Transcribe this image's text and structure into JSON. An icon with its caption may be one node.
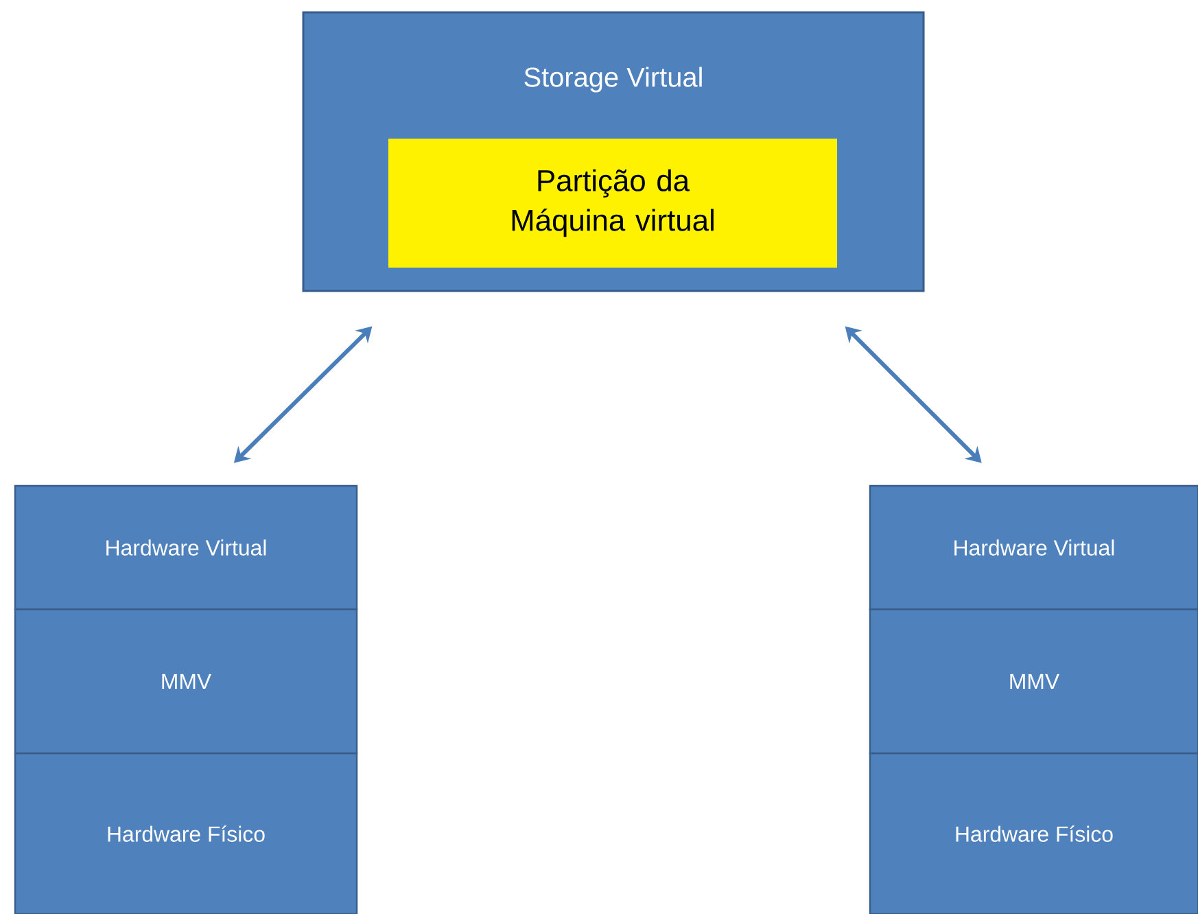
{
  "diagram": {
    "nodes": [
      {
        "text": [
          "Storage Virtual"
        ]
      },
      {
        "text": [
          "Partição da Máquina virtual"
        ],
        "in": 0
      },
      {
        "text": [
          "Hardware Virtual"
        ]
      },
      {
        "text": [
          "MMV"
        ]
      },
      {
        "text": [
          "Hardware Físico"
        ]
      },
      {
        "text": [
          "Hardware Virtual"
        ]
      },
      {
        "text": [
          "MMV"
        ]
      },
      {
        "text": [
          "Hardware Físico"
        ]
      }
    ],
    "edges": [
      {
        "from": 0,
        "to": 2,
        "arrow": "both"
      },
      {
        "from": 0,
        "to": 5,
        "arrow": "both"
      }
    ]
  }
}
